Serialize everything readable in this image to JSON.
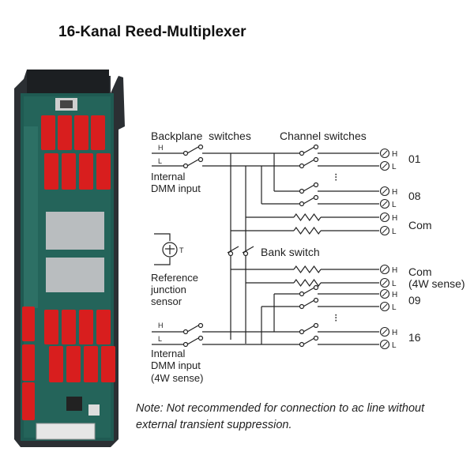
{
  "title": "16-Kanal Reed-Multiplexer",
  "labels": {
    "backplane_switches": "Backplane  switches",
    "channel_switches": "Channel switches",
    "bank_switch": "Bank switch",
    "internal_dmm_input_1": "Internal",
    "internal_dmm_input_2": "DMM input",
    "internal_dmm_4w_1": "Internal",
    "internal_dmm_4w_2": "DMM input",
    "internal_dmm_4w_3": "(4W sense)",
    "reference_1": "Reference",
    "reference_2": "junction",
    "reference_3": "sensor",
    "thermistor_t": "T",
    "h": "H",
    "l": "L",
    "ellipsis": "⁝"
  },
  "channels": {
    "ch01": "01",
    "ch08": "08",
    "com": "Com",
    "com4w_1": "Com",
    "com4w_2": "(4W sense)",
    "ch09": "09",
    "ch16": "16"
  },
  "note": "Note: Not recommended for connection to ac line without external transient suppression.",
  "colors": {
    "board_green": "#1f5a52",
    "relay_red": "#d81e1e",
    "frame_dark": "#2b2f33",
    "line": "#222222"
  }
}
